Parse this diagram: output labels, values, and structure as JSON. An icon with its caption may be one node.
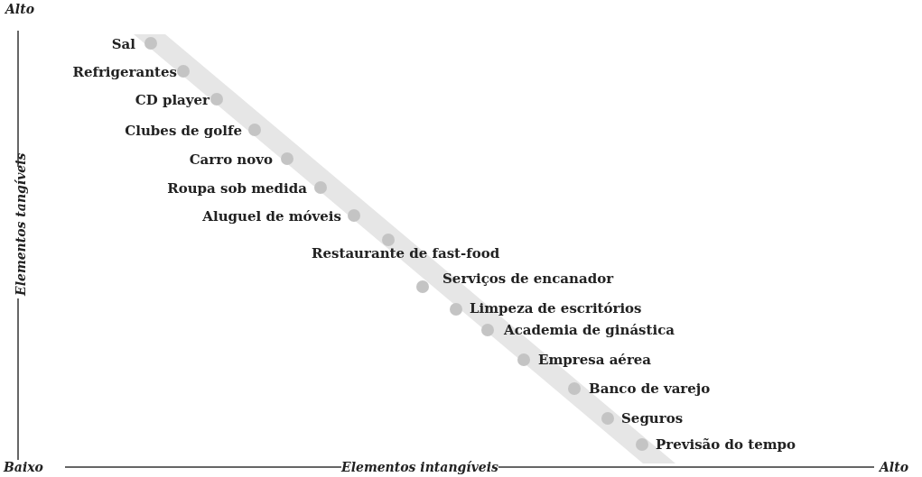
{
  "diagram": {
    "nodes": [
      {
        "text": [],
        "shape": "circle",
        "beside": [
          "Sal"
        ]
      },
      {
        "text": [],
        "shape": "circle",
        "beside": [
          "Refrigerantes"
        ]
      },
      {
        "text": [],
        "shape": "circle",
        "beside": [
          "CD player"
        ]
      },
      {
        "text": [],
        "shape": "circle",
        "beside": [
          "Clubes de golfe"
        ]
      },
      {
        "text": [],
        "shape": "circle",
        "beside": [
          "Carro novo"
        ]
      },
      {
        "text": [],
        "shape": "circle",
        "beside": [
          "Roupa sob medida"
        ]
      },
      {
        "text": [],
        "shape": "circle",
        "beside": [
          "Aluguel de móveis"
        ]
      },
      {
        "text": [],
        "shape": "circle",
        "beside": [
          "Restaurante de fast-food"
        ]
      },
      {
        "text": [],
        "shape": "circle",
        "beside": [
          "Serviços de encanador"
        ]
      },
      {
        "text": [],
        "shape": "circle",
        "beside": [
          "Limpeza de escritórios"
        ]
      },
      {
        "text": [],
        "shape": "circle",
        "beside": [
          "Academia de ginástica"
        ]
      },
      {
        "text": [],
        "shape": "circle",
        "beside": [
          "Empresa aérea"
        ]
      },
      {
        "text": [],
        "shape": "circle",
        "beside": [
          "Banco de varejo"
        ]
      },
      {
        "text": [],
        "shape": "circle",
        "beside": [
          "Seguros"
        ]
      },
      {
        "text": [],
        "shape": "circle",
        "beside": [
          "Previsão do tempo"
        ]
      }
    ],
    "labels": [
      "Alto",
      "Elementos tangíveis",
      "Baixo",
      "Elementos intangíveis",
      "Alto"
    ]
  }
}
